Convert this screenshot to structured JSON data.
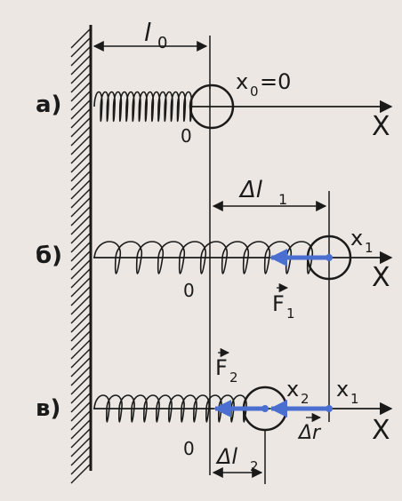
{
  "panels": [
    {
      "label": "а)",
      "origin_label": "0",
      "position_label": "x",
      "position_sub": "0",
      "position_value": "=0",
      "axis_label": "X"
    },
    {
      "label": "б)",
      "origin_label": "0",
      "position_label": "x",
      "position_sub": "1",
      "axis_label": "X",
      "force_label": "F",
      "force_sub": "1",
      "delta_label": "Δl",
      "delta_sub": "1"
    },
    {
      "label": "в)",
      "origin_label": "0",
      "position_label_2": "x",
      "position_sub_2": "2",
      "position_label_1": "x",
      "position_sub_1": "1",
      "axis_label": "X",
      "force_label": "F",
      "force_sub": "2",
      "displacement_label": "Δr",
      "delta_label": "Δl",
      "delta_sub": "2"
    }
  ],
  "natural_length": {
    "label": "l",
    "sub": "0"
  },
  "colors": {
    "ink": "#1a1a1a",
    "arrow": "#4a6fd0",
    "paper": "#ece7e2"
  }
}
